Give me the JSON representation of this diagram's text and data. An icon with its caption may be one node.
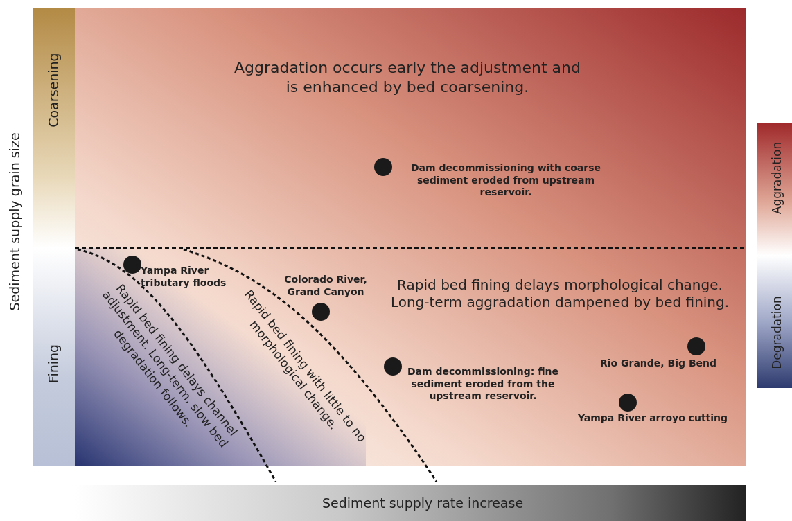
{
  "diagram": {
    "labels": [
      "Sediment supply grain size",
      "Coarsening",
      "Aggradation occurs early the adjustment and is enhanced by bed coarsening.",
      "Dam decommissioning with coarse sediment eroded from upstream reservoir.",
      "Aggradation",
      "Yampa River tributary floods",
      "Colorado River, Grand Canyon",
      "Rapid bed fining delays morphological change. Long-term aggradation dampened by bed fining.",
      "Degradation",
      "Fining",
      "Rapid bed fining delays channel adjustment. Long-term, slow bed degradation follows.",
      "Rapid bed fining with little to no morphological change.",
      "Rio Grande, Big Bend",
      "Dam decommissioning: fine sediment eroded from the upstream reservoir.",
      "Yampa River arroyo cutting",
      "Sediment supply rate increase"
    ]
  }
}
